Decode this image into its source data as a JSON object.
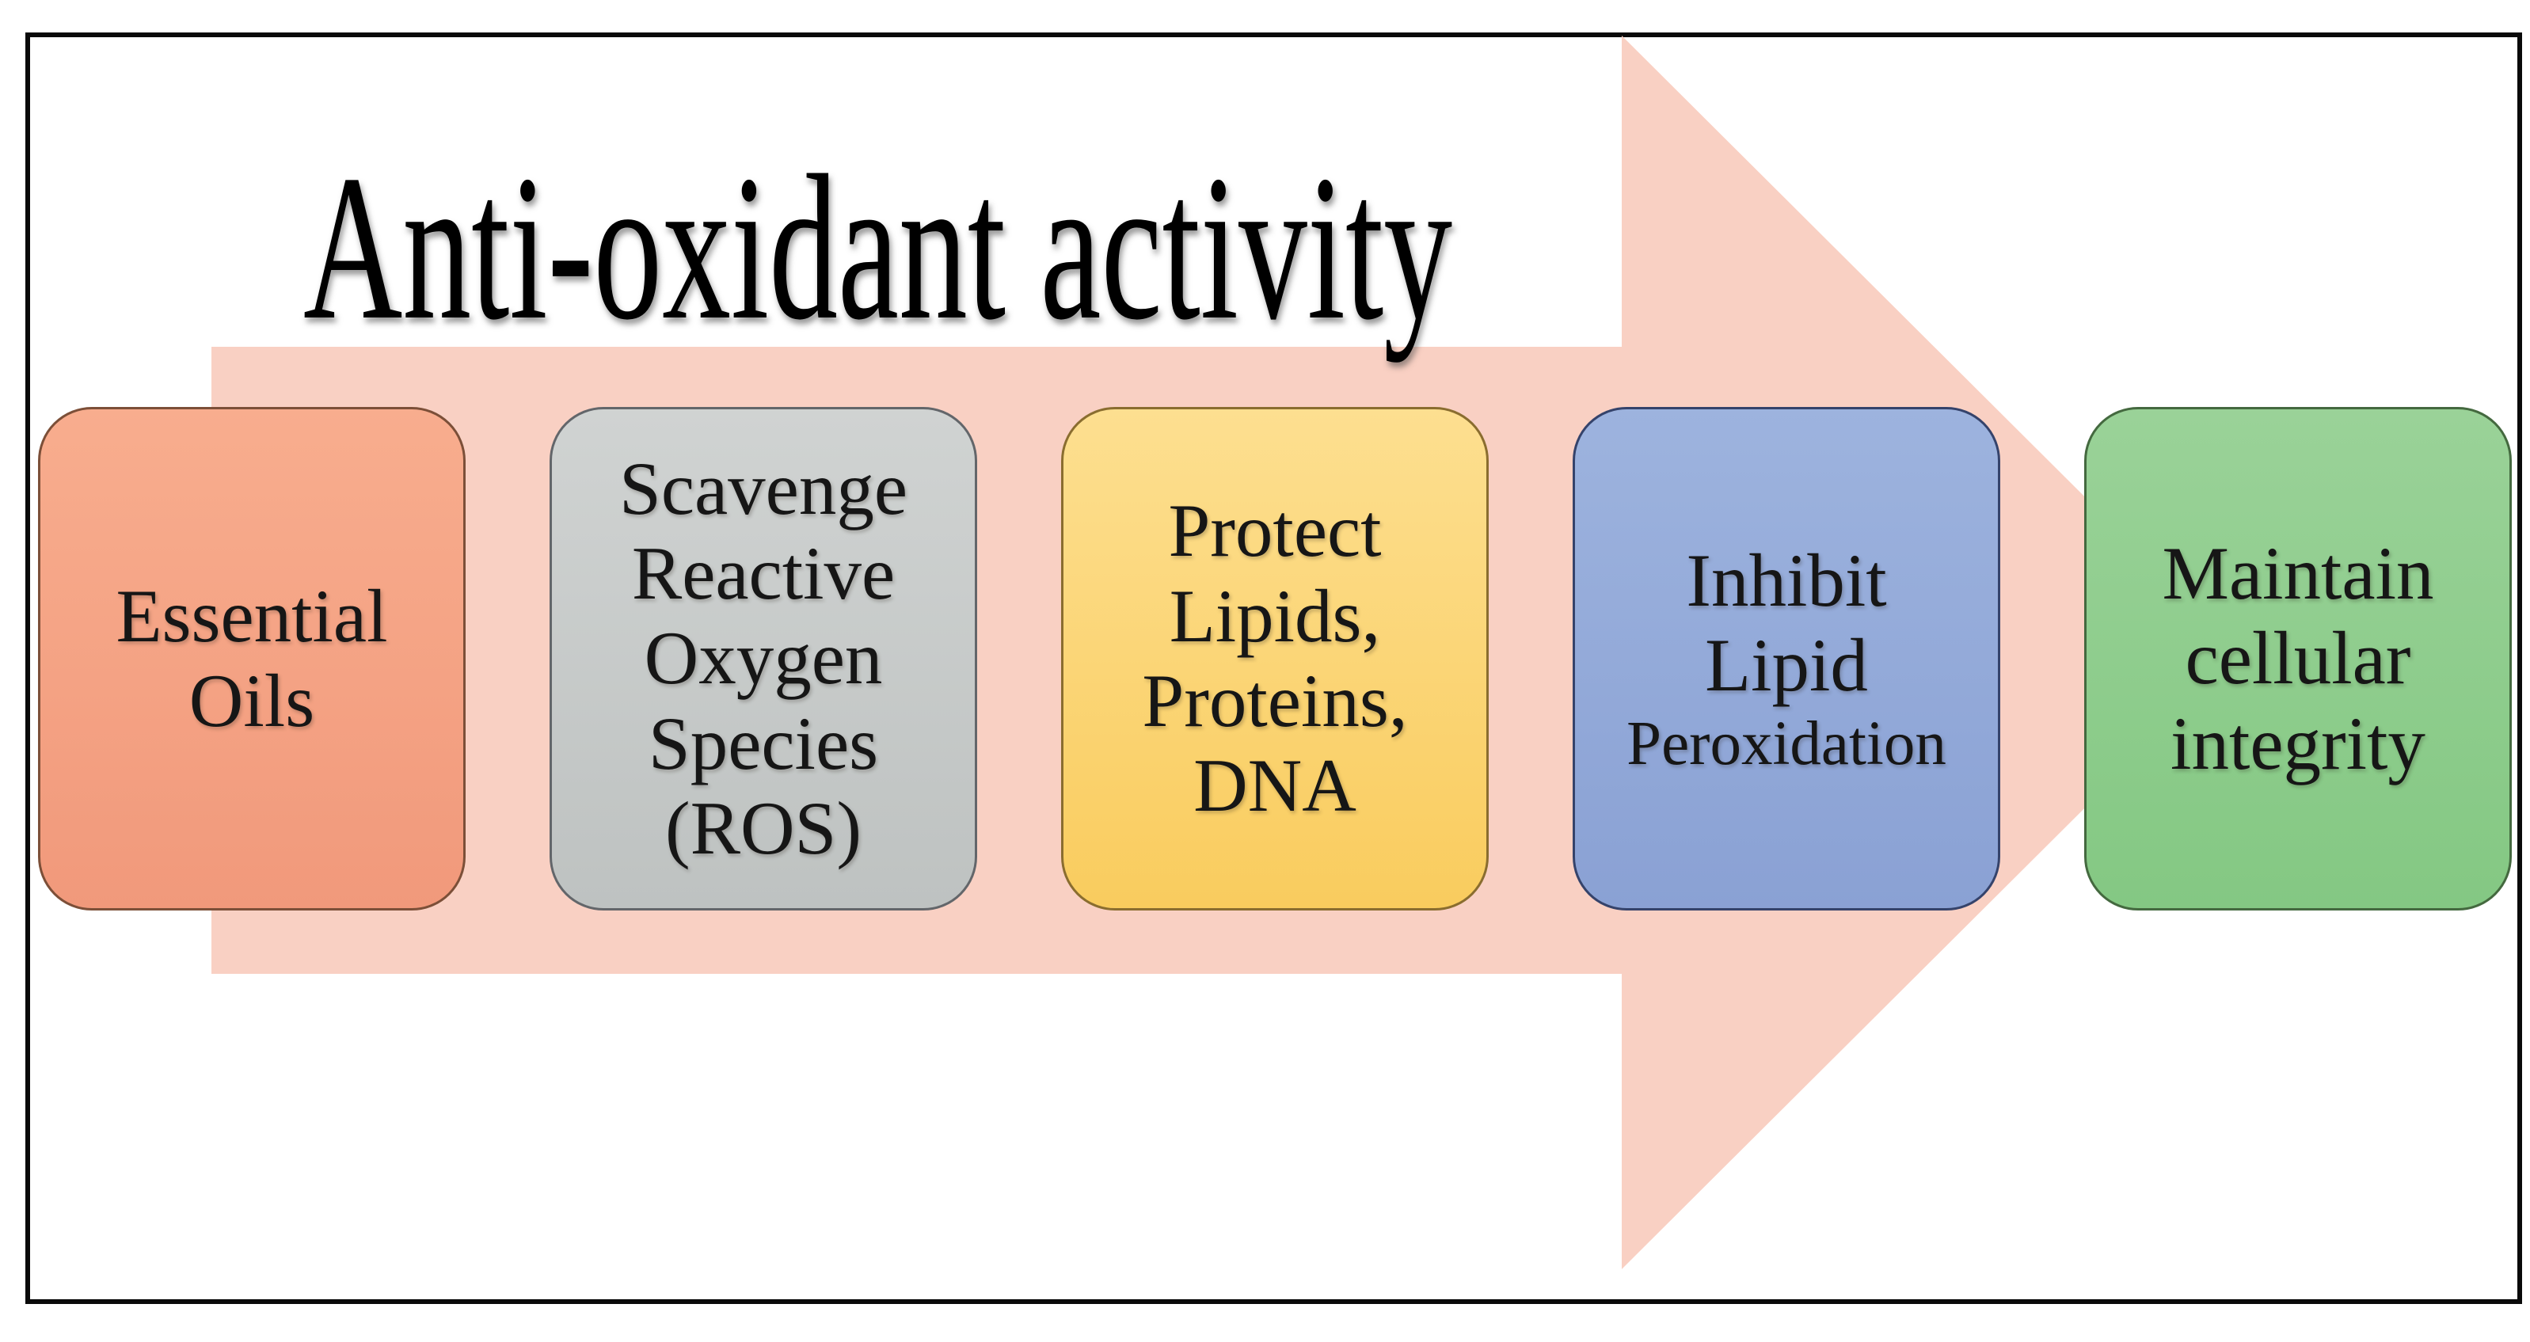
{
  "slide": {
    "title": "Anti-oxidant activity",
    "background_color": "#ffffff",
    "frame_border_color": "#0a0a0a",
    "title_color": "#000000"
  },
  "arrow": {
    "shape": "right-arrow",
    "direction": "right",
    "color": "#f9d0c3"
  },
  "steps": [
    {
      "id": "essential-oils",
      "label_lines": [
        "Essential",
        "Oils"
      ],
      "colors": {
        "top": "#f8ad8e",
        "bottom": "#f1997b",
        "border": "#7c4f38"
      }
    },
    {
      "id": "scavenge-ros",
      "label_lines": [
        "Scavenge",
        "Reactive",
        "Oxygen",
        "Species",
        "(ROS)"
      ],
      "colors": {
        "top": "#d0d3d2",
        "bottom": "#bec2c1",
        "border": "#63666a"
      }
    },
    {
      "id": "protect-lipids-proteins-dna",
      "label_lines": [
        "Protect",
        "Lipids,",
        "Proteins,",
        "DNA"
      ],
      "colors": {
        "top": "#fddf90",
        "bottom": "#f9cc5e",
        "border": "#8a6d2f"
      }
    },
    {
      "id": "inhibit-lipid-peroxidation",
      "label_lines": [
        "Inhibit",
        "Lipid",
        "Peroxidation"
      ],
      "colors": {
        "top": "#9db3de",
        "bottom": "#8aa1d4",
        "border": "#35436b"
      }
    },
    {
      "id": "maintain-cellular-integrity",
      "label_lines": [
        "Maintain",
        "cellular",
        "integrity"
      ],
      "colors": {
        "top": "#9ad298",
        "bottom": "#84c883",
        "border": "#44693f"
      }
    }
  ]
}
